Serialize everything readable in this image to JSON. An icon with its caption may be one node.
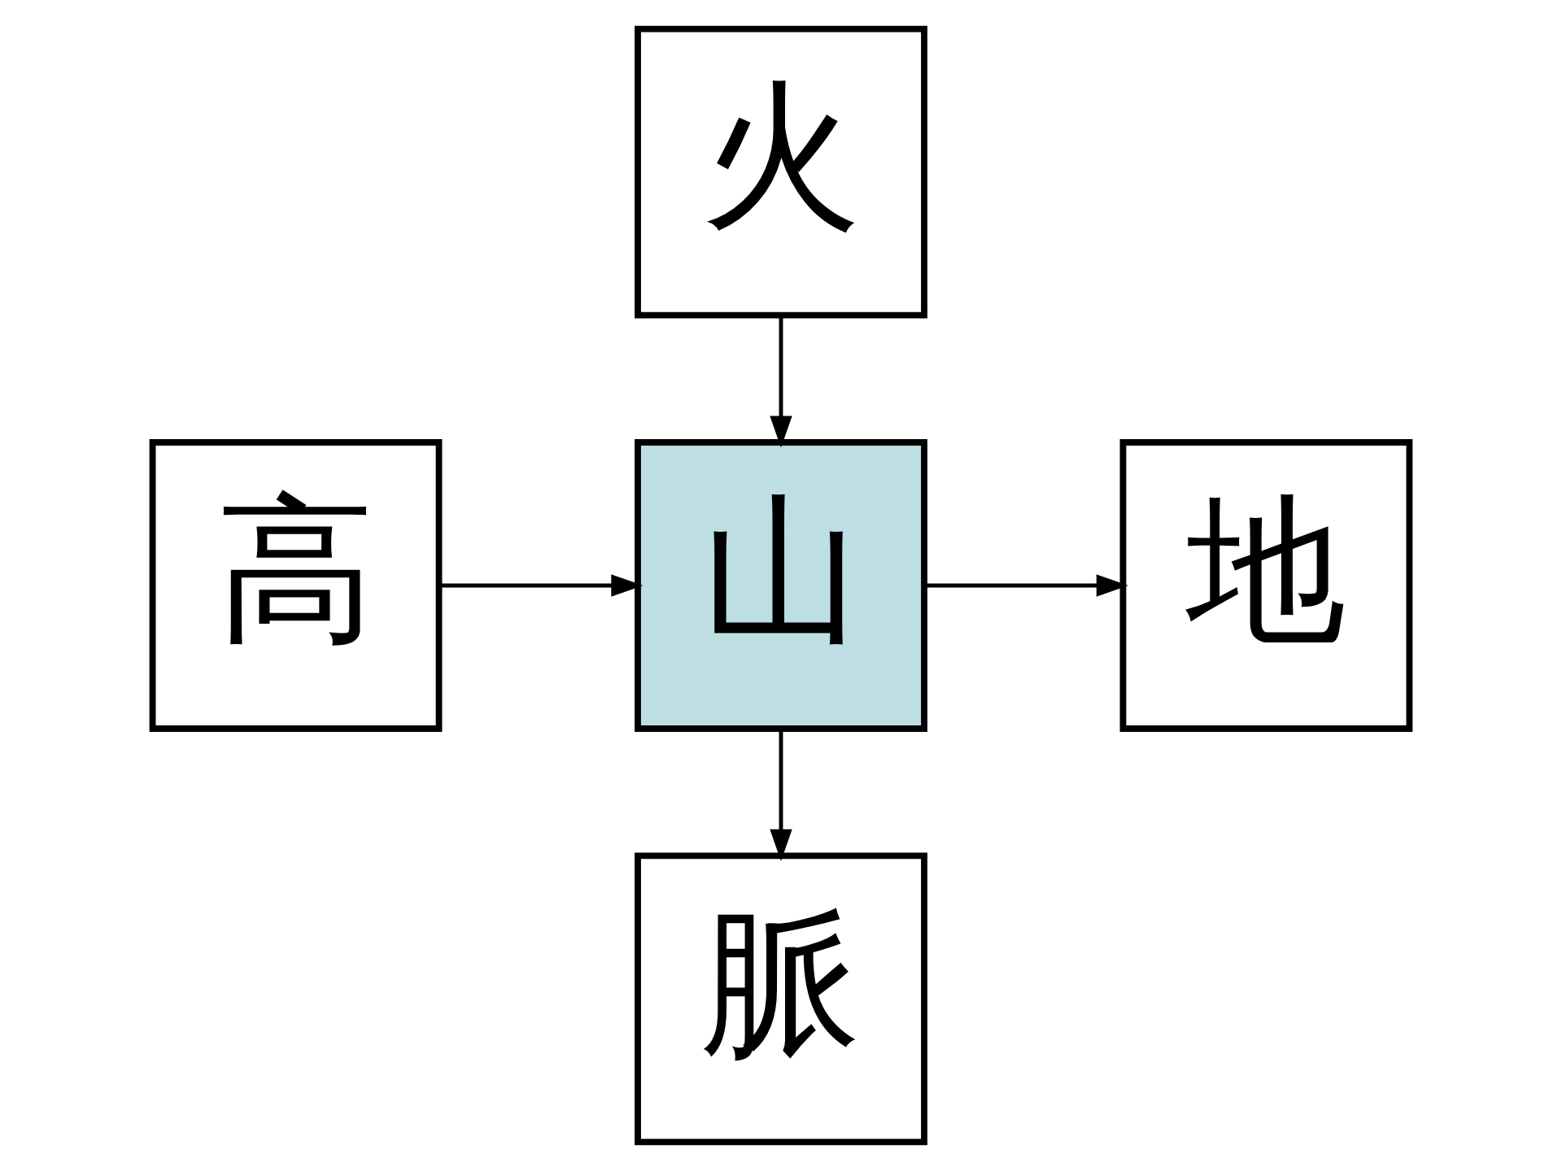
{
  "diagram": {
    "nodes": [
      {
        "text": [
          "火"
        ]
      },
      {
        "text": [
          "高"
        ]
      },
      {
        "text": [
          "山"
        ]
      },
      {
        "text": [
          "地"
        ]
      },
      {
        "text": [
          "脈"
        ]
      }
    ],
    "edges": [
      {
        "from": 0,
        "to": 2,
        "arrow": "to"
      },
      {
        "from": 1,
        "to": 2,
        "arrow": "to"
      },
      {
        "from": 2,
        "to": 3,
        "arrow": "to"
      },
      {
        "from": 2,
        "to": 4,
        "arrow": "to"
      }
    ]
  }
}
